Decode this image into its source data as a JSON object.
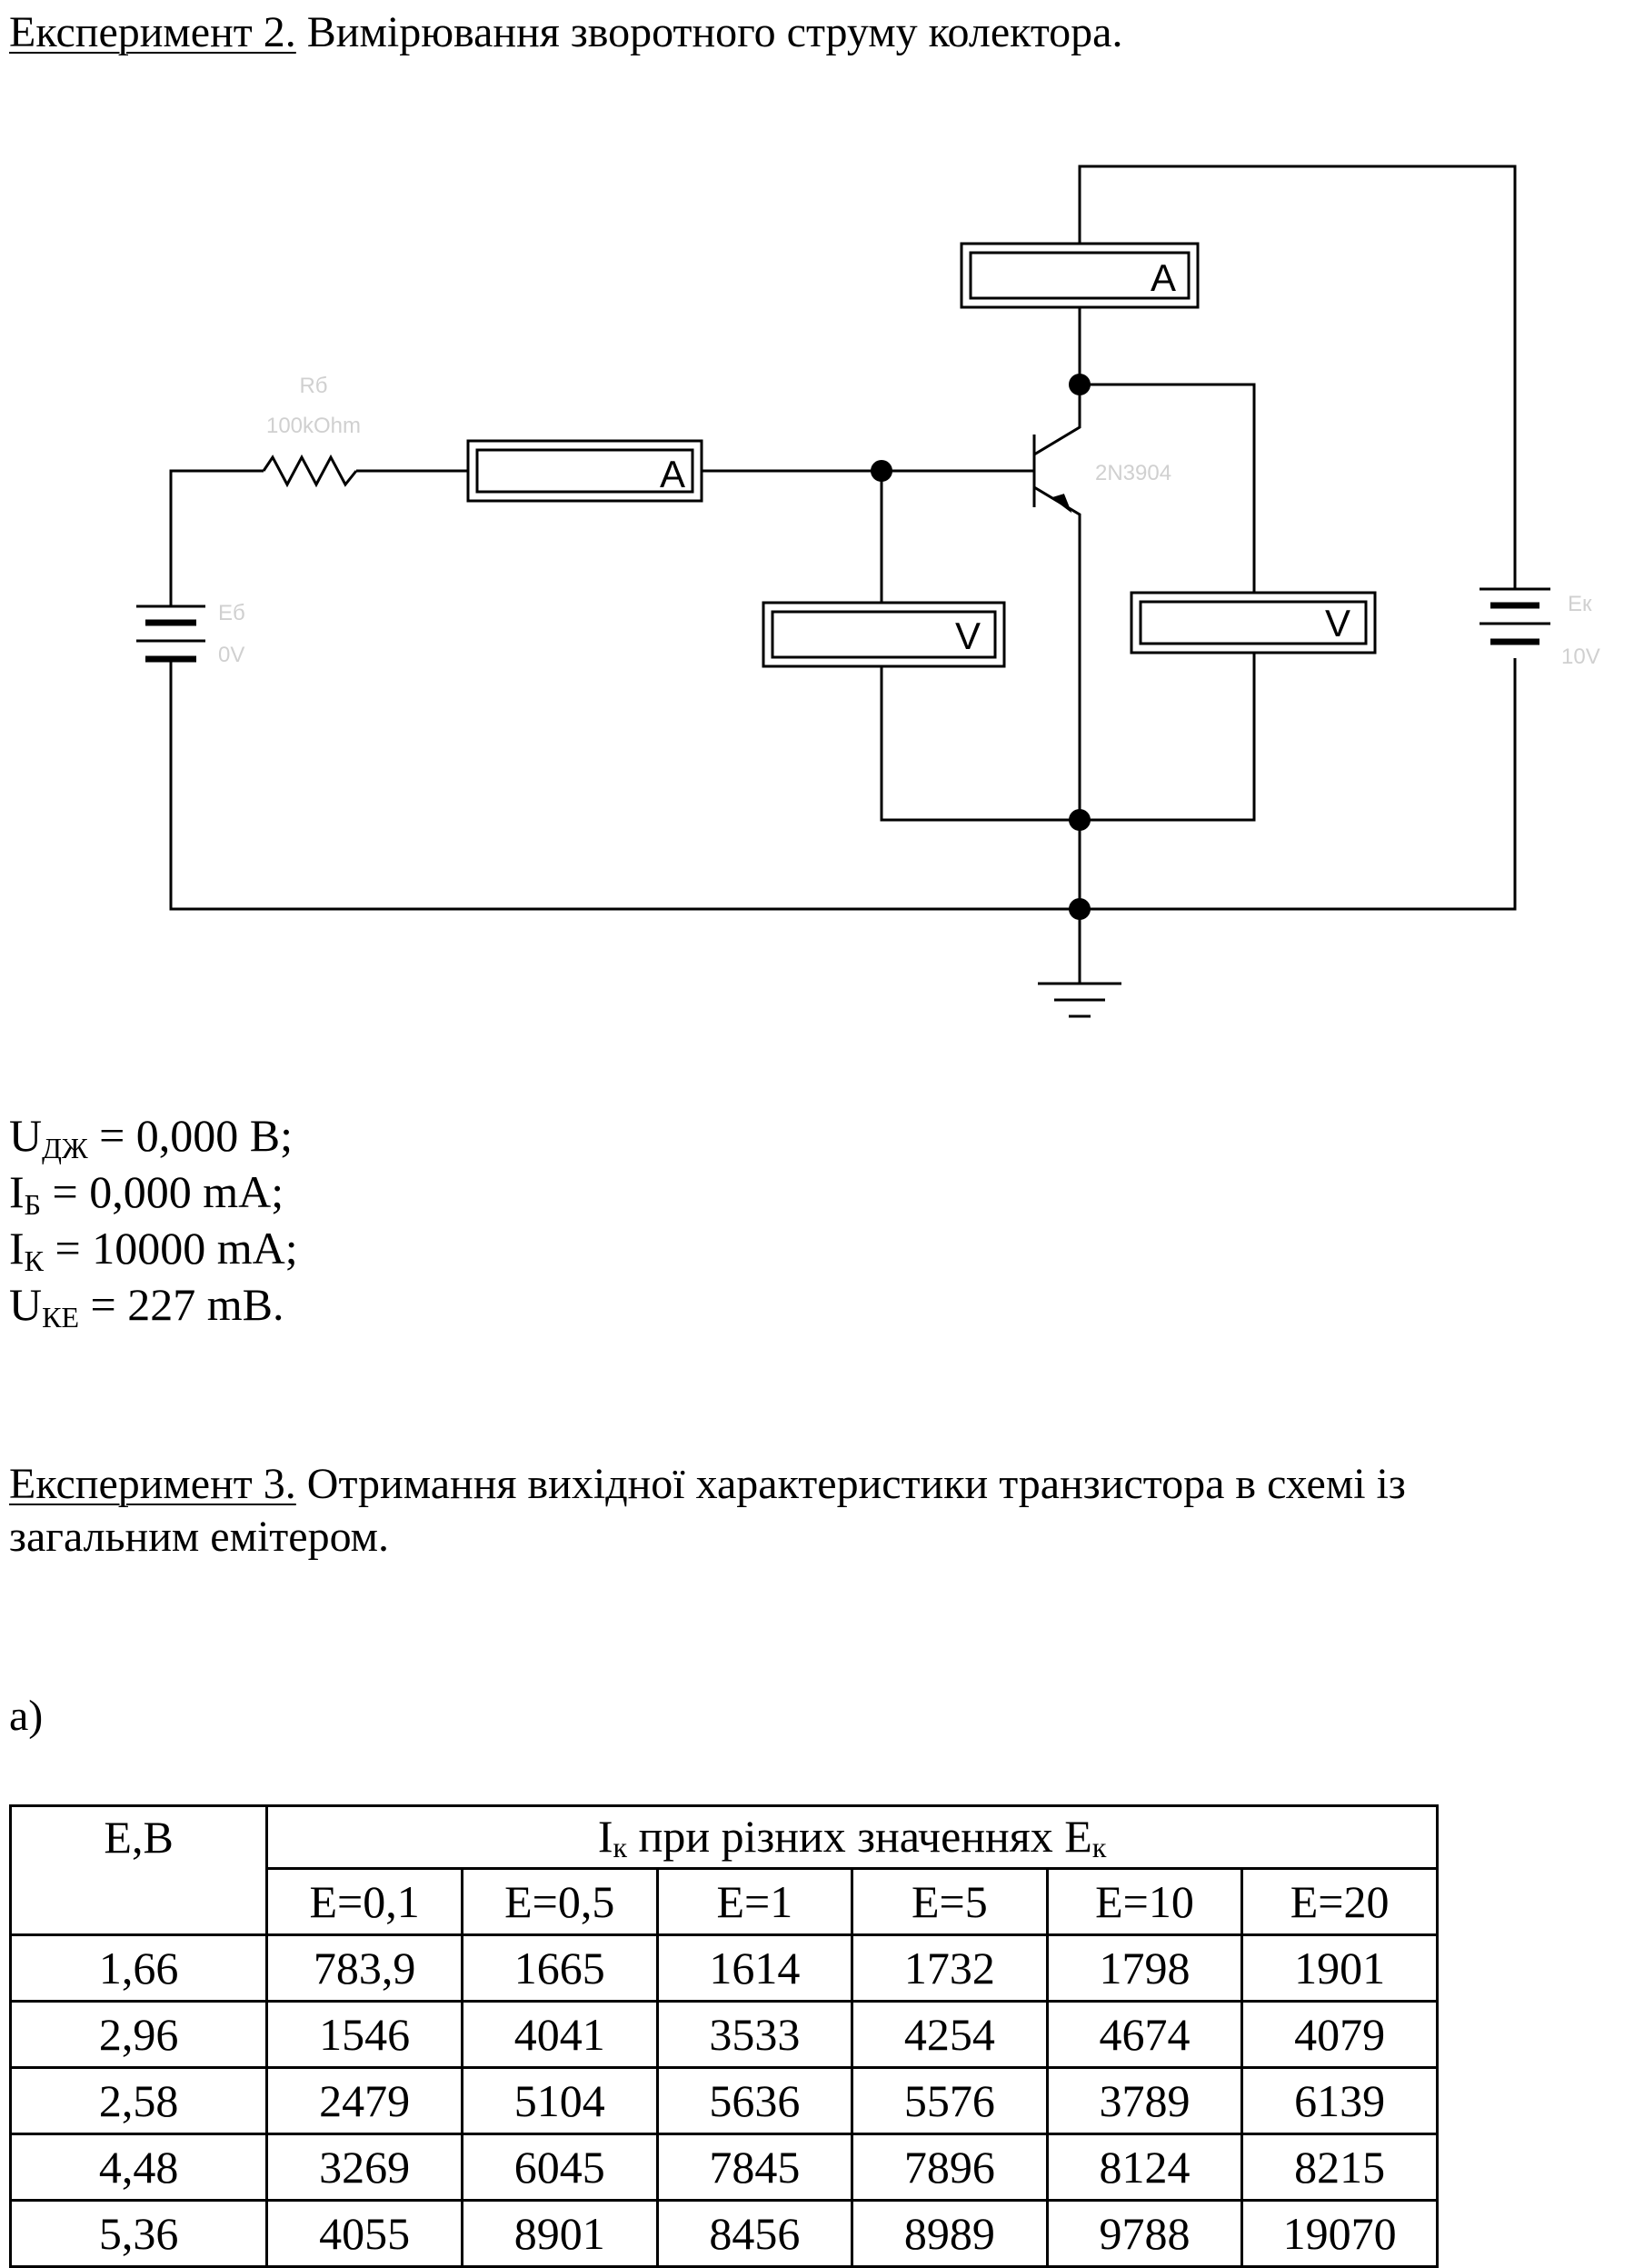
{
  "exp2": {
    "label": "Експеримент 2.",
    "title": "Вимірювання зворотного струму колектора."
  },
  "circuit": {
    "ammeter_letter": "A",
    "voltmeter_letter": "V",
    "rb_name": "Rб",
    "rb_value": "100kOhm",
    "eb_name": "Eб",
    "eb_value": "0V",
    "transistor": "2N3904",
    "ek_name": "Eк",
    "ek_value": "10V"
  },
  "measurements": {
    "u_dzh": {
      "sym": "U",
      "sub": "ДЖ",
      "val": " = 0,000 В;"
    },
    "i_b": {
      "sym": "I",
      "sub": "Б",
      "val": " = 0,000 mA;"
    },
    "i_k": {
      "sym": "I",
      "sub": "К",
      "val": " = 10000 mA;"
    },
    "u_ke": {
      "sym": "U",
      "sub": "КЕ",
      "val": " = 227 mB."
    }
  },
  "exp3": {
    "label": "Експеримент 3.",
    "title_line1": "Отримання вихідної характеристики транзистора в схемі із",
    "title_line2": "загальним емітером."
  },
  "part_a": "а)",
  "table": {
    "eb_header": "Е,В",
    "group_header": {
      "sym": "I",
      "sub": "к",
      "mid": " при різних значеннях E",
      "sub2": "к"
    },
    "columns": [
      "Е=0,1",
      "Е=0,5",
      "Е=1",
      "Е=5",
      "Е=10",
      "Е=20"
    ],
    "rows": [
      {
        "e": "1,66",
        "vals": [
          "783,9",
          "1665",
          "1614",
          "1732",
          "1798",
          "1901"
        ]
      },
      {
        "e": "2,96",
        "vals": [
          "1546",
          "4041",
          "3533",
          "4254",
          "4674",
          "4079"
        ]
      },
      {
        "e": "2,58",
        "vals": [
          "2479",
          "5104",
          "5636",
          "5576",
          "3789",
          "6139"
        ]
      },
      {
        "e": "4,48",
        "vals": [
          "3269",
          "6045",
          "7845",
          "7896",
          "8124",
          "8215"
        ]
      },
      {
        "e": "5,36",
        "vals": [
          "4055",
          "8901",
          "8456",
          "8989",
          "9788",
          "19070"
        ]
      }
    ]
  }
}
